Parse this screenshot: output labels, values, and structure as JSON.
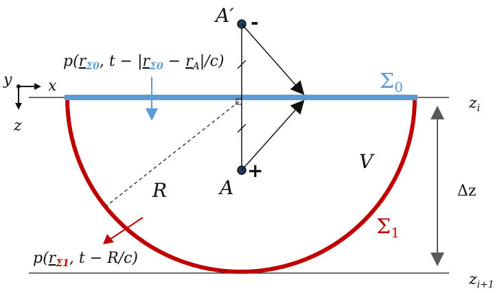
{
  "diagram": {
    "colors": {
      "surface0": "#5b9bd5",
      "surface1": "#c00000",
      "ink": "#111111",
      "grey_arrow": "#595959"
    },
    "labels": {
      "axis_y": "y",
      "axis_x": "x",
      "axis_z": "z",
      "point_a_prime": "A′",
      "point_a": "A",
      "sign_minus": "-",
      "sign_plus": "+",
      "sigma0": "Σ",
      "sigma0_sub": "0",
      "sigma1": "Σ",
      "sigma1_sub": "1",
      "volume": "V",
      "radius": "R",
      "delta_z": "Δz",
      "z_i": "z",
      "z_i_sub": "i",
      "z_i1": "z",
      "z_i1_sub": "i+1"
    },
    "formula_top": {
      "p_open": "p(",
      "r": "r",
      "sub": "Σ0",
      "mid": ", t − |",
      "r2": "r",
      "sub2": "Σ0",
      "minus": " − ",
      "r3": "r",
      "sub3": "A",
      "close": "|/c)"
    },
    "formula_bottom": {
      "p_open": "p(",
      "r": "r",
      "sub": "Σ1",
      "rest": ", t − R/c)"
    }
  }
}
